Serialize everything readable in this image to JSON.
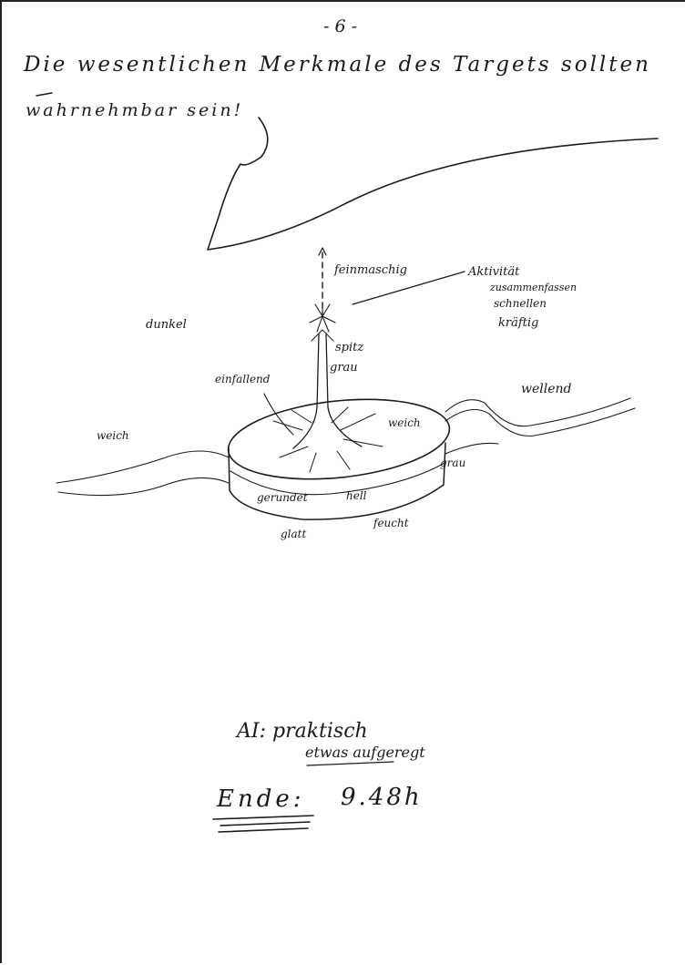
{
  "page": {
    "number": "- 6 -",
    "line1": "Die wesentlichen Merkmale des Targets sollten",
    "line2": "wahrnehmbar sein!"
  },
  "sketch_labels": {
    "feinmaschig": "feinmaschig",
    "aktivitaet": "Aktivität",
    "zusammenfassen": "zusammenfassen",
    "schnellen": "schnellen",
    "kraeftig": "kräftig",
    "dunkel": "dunkel",
    "spitz": "spitz",
    "grau_top": "grau",
    "einfallend": "einfallend",
    "wellend": "wellend",
    "weich": "weich",
    "weich_side": "weich",
    "grau_side": "grau",
    "gerundet": "gerundet",
    "hell": "hell",
    "glatt": "glatt",
    "feucht": "feucht"
  },
  "notes": {
    "ai": "AI: praktisch",
    "ai_cont": "etwas aufgeregt",
    "ende_label": "Ende:",
    "ende_time": "9.48h"
  }
}
